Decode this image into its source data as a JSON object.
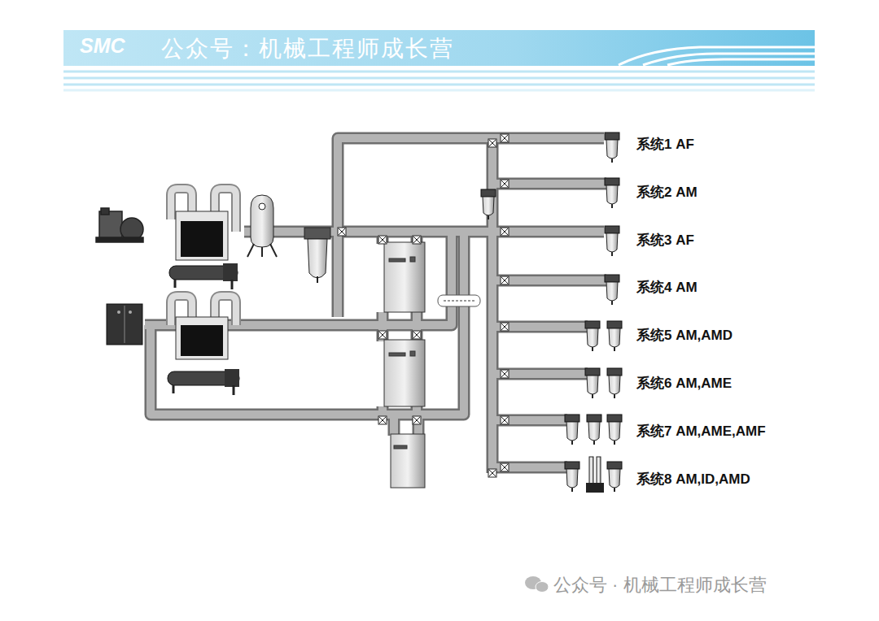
{
  "diagram": {
    "title": "公众号：机械工程师成长营",
    "labels": [
      "SMC",
      "系统1 AF",
      "系统2 AM",
      "系统3 AF",
      "系统4 AM",
      "系统5 AM,AMD",
      "系统6 AM,AME",
      "系统7 AM,AME,AMF",
      "系统8 AM,ID,AMD",
      "公众号 · 机械工程师成长营"
    ]
  }
}
